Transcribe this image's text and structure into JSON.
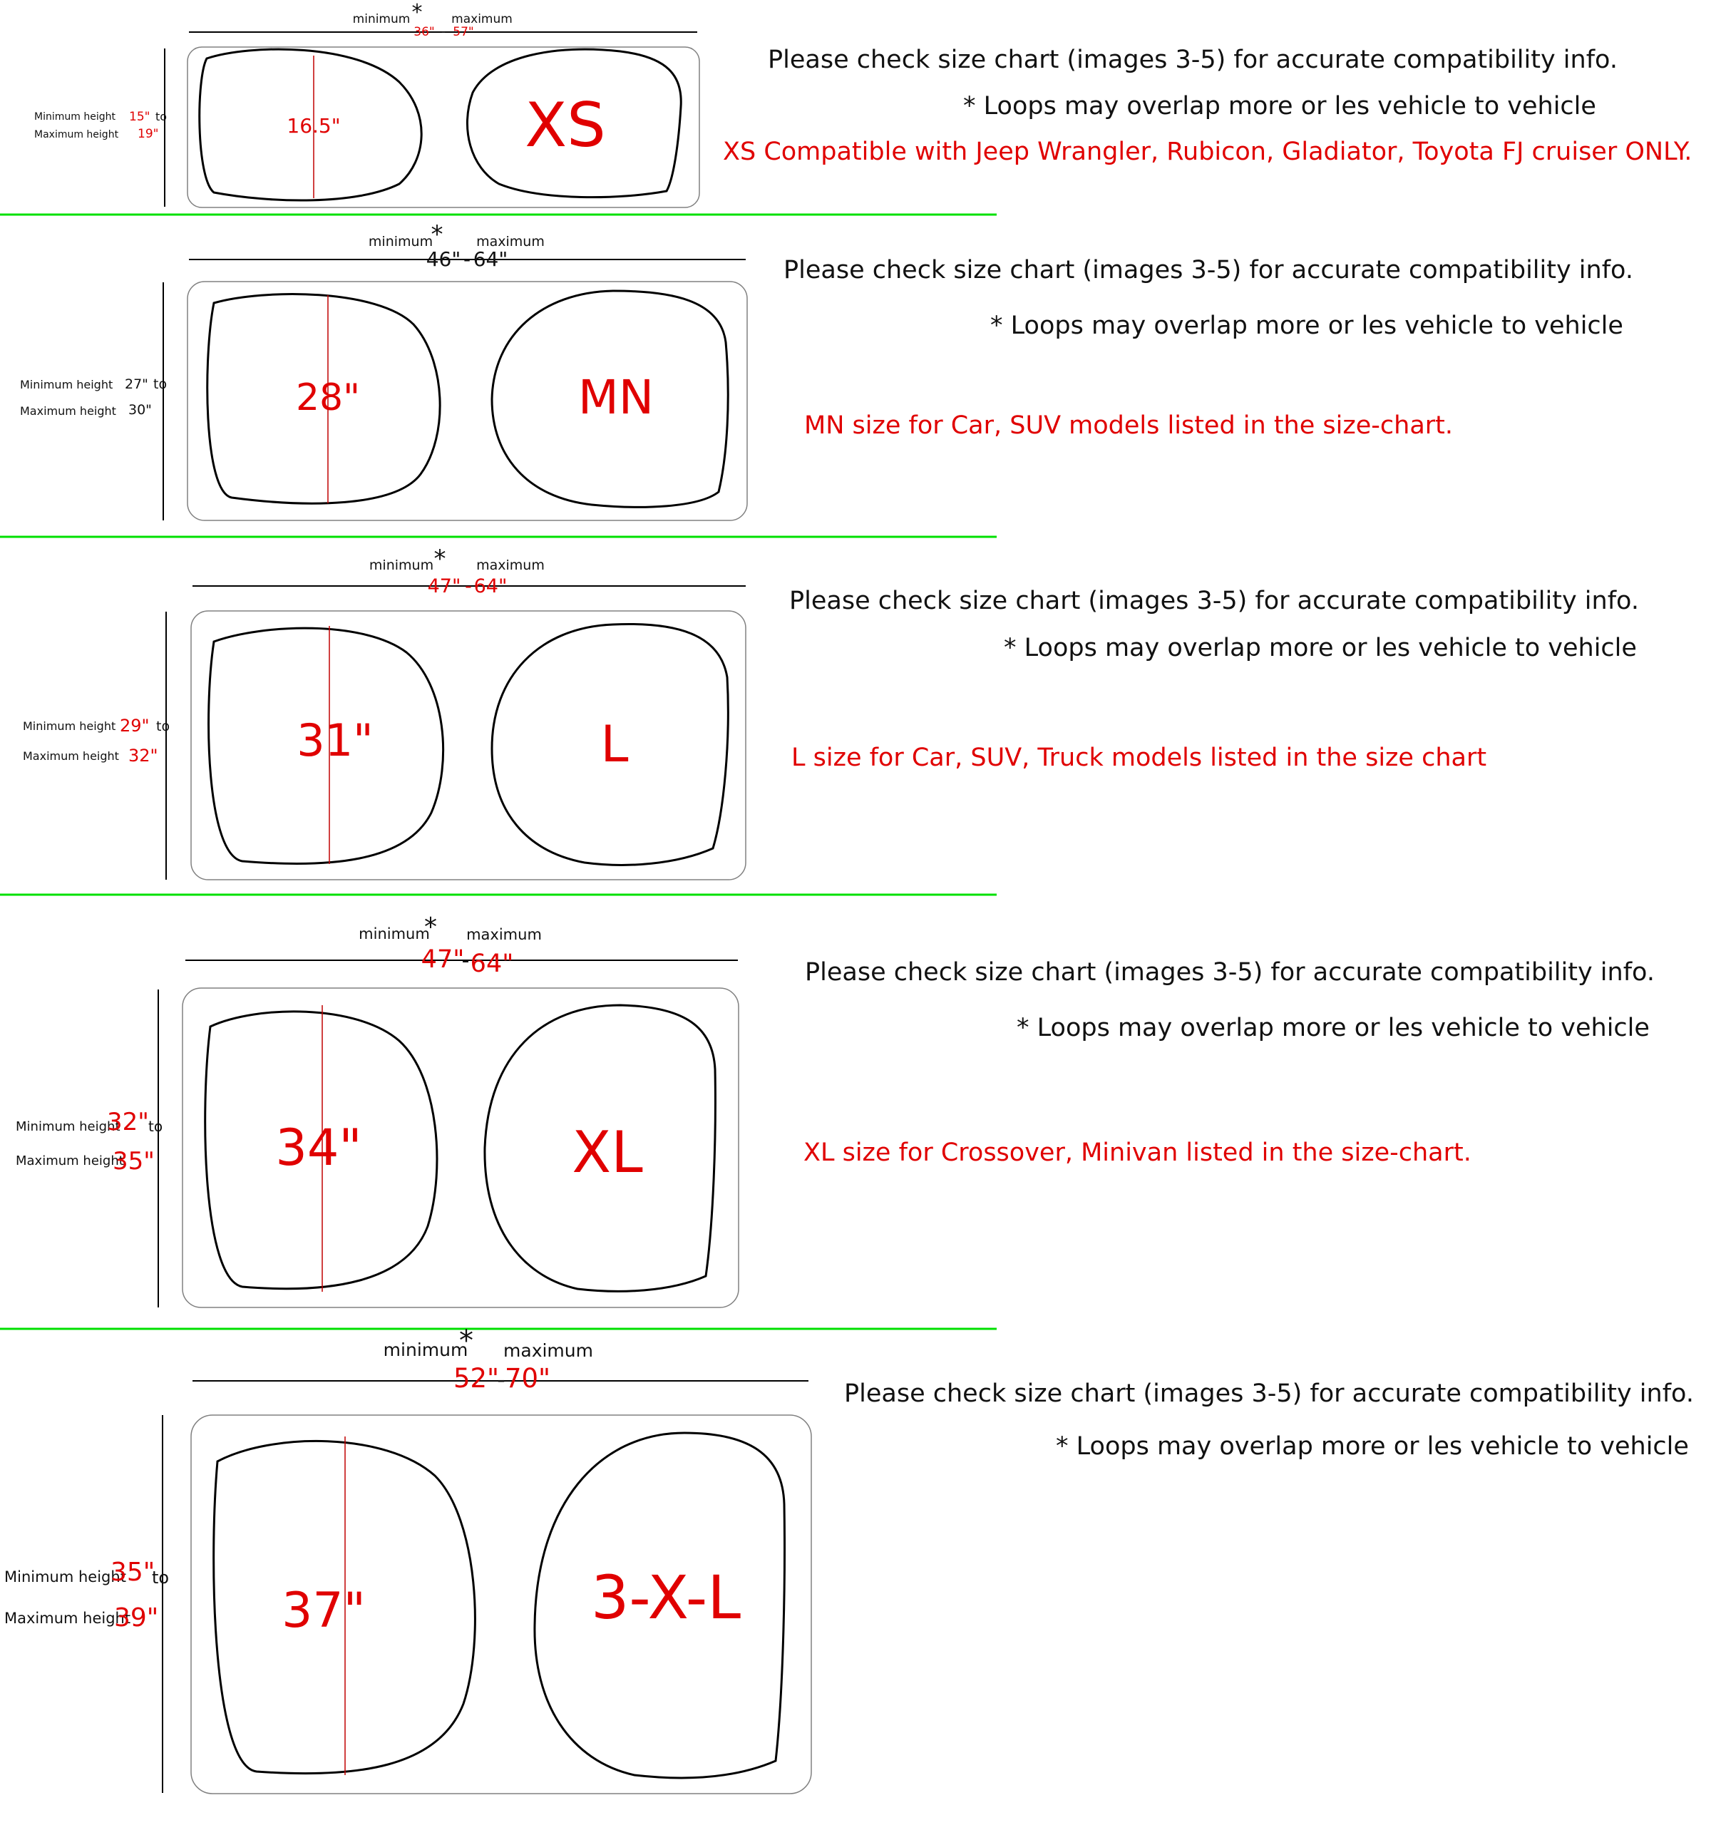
{
  "colors": {
    "accent_red": "#e00000",
    "divider_green": "#00e000",
    "outline": "#000000",
    "panel_border": "#808080",
    "text_black": "#111111"
  },
  "sections": [
    {
      "size_label": "XS",
      "width_min_label": "minimum",
      "width_max_label": "maximum",
      "width_min": "36\"",
      "width_dash": "-",
      "width_max": "57\"",
      "height_label_min": "Minimum height",
      "height_label_max": "Maximum height",
      "height_min": "15\"",
      "height_to": "to",
      "height_max": "19\"",
      "loop_measure": "16.5\"",
      "note_chart": "Please check size chart (images 3-5) for accurate compatibility info.",
      "note_overlap": "* Loops may overlap more or les vehicle to vehicle",
      "compat": "XS Compatible with Jeep Wrangler, Rubicon, Gladiator, Toyota FJ cruiser ONLY."
    },
    {
      "size_label": "MN",
      "width_min_label": "minimum",
      "width_max_label": "maximum",
      "width_min": "46\"",
      "width_dash": "-",
      "width_max": "64\"",
      "height_label_min": "Minimum height",
      "height_label_max": "Maximum height",
      "height_min": "27\"",
      "height_to": "to",
      "height_max": "30\"",
      "loop_measure": "28\"",
      "note_chart": "Please check size chart (images 3-5) for accurate compatibility info.",
      "note_overlap": "* Loops may overlap more or les vehicle to vehicle",
      "compat": "MN size for Car, SUV models listed in the size-chart."
    },
    {
      "size_label": "L",
      "width_min_label": "minimum",
      "width_max_label": "maximum",
      "width_min": "47\"",
      "width_dash": "-",
      "width_max": "64\"",
      "height_label_min": "Minimum height",
      "height_label_max": "Maximum height",
      "height_min": "29\"",
      "height_to": "to",
      "height_max": "32\"",
      "loop_measure": "31\"",
      "note_chart": "Please check size chart (images 3-5) for accurate compatibility info.",
      "note_overlap": "* Loops may overlap more or les vehicle to vehicle",
      "compat": "L size for Car, SUV, Truck models listed in the size chart"
    },
    {
      "size_label": "XL",
      "width_min_label": "minimum",
      "width_max_label": "maximum",
      "width_min": "47\"",
      "width_dash": "-",
      "width_max": "64\"",
      "height_label_min": "Minimum height",
      "height_label_max": "Maximum height",
      "height_min": "32\"",
      "height_to": "to",
      "height_max": "35\"",
      "loop_measure": "34\"",
      "note_chart": "Please check size chart (images 3-5) for accurate compatibility info.",
      "note_overlap": "* Loops may overlap more or les vehicle to vehicle",
      "compat": "XL size for Crossover, Minivan listed in the size-chart."
    },
    {
      "size_label": "3-X-L",
      "width_min_label": "minimum",
      "width_max_label": "maximum",
      "width_min": "52\"",
      "width_dash": "-",
      "width_max": "70\"",
      "height_label_min": "Minimum height",
      "height_label_max": "Maximum height",
      "height_min": "35\"",
      "height_to": "to",
      "height_max": "39\"",
      "loop_measure": "37\"",
      "note_chart": "Please check size chart (images 3-5) for accurate compatibility info.",
      "note_overlap": "* Loops may overlap more or les vehicle to vehicle",
      "compat": ""
    }
  ]
}
